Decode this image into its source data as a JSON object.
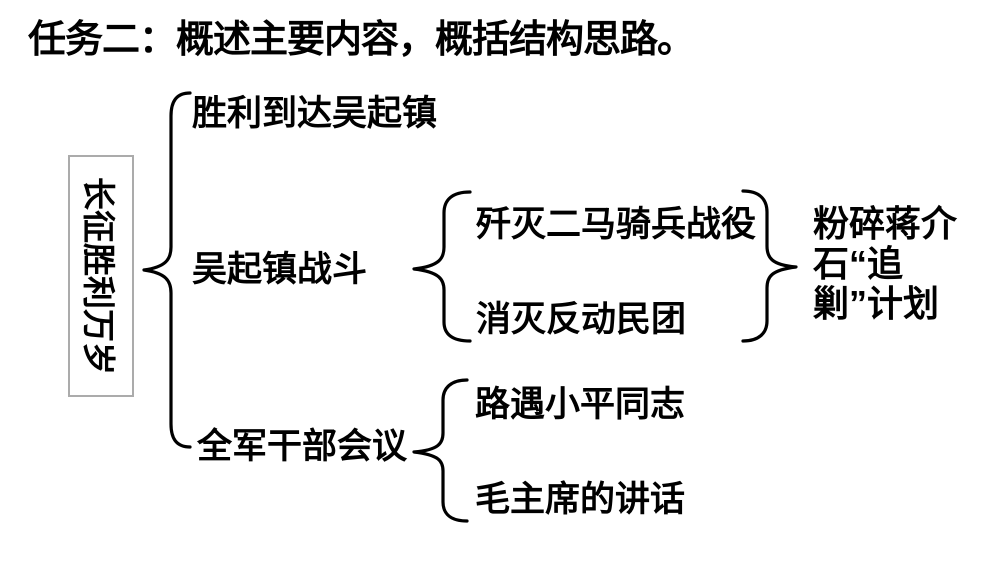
{
  "title": "任务二：概述主要内容，概括结构思路。",
  "colors": {
    "text": "#000000",
    "root_box_border": "#ababab",
    "background": "#ffffff"
  },
  "tree": {
    "root": "长征胜利万岁",
    "branches": [
      {
        "label": "胜利到达吴起镇"
      },
      {
        "label": "吴起镇战斗",
        "children": [
          "歼灭二马骑兵战役",
          "消灭反动民团"
        ],
        "outcome": "粉碎蒋介石“追剿”计划",
        "outcome_lines": [
          "粉碎蒋介",
          "石“追",
          "剿”计划"
        ]
      },
      {
        "label": "全军干部会议",
        "children": [
          "路遇小平同志",
          "毛主席的讲话"
        ]
      }
    ]
  }
}
